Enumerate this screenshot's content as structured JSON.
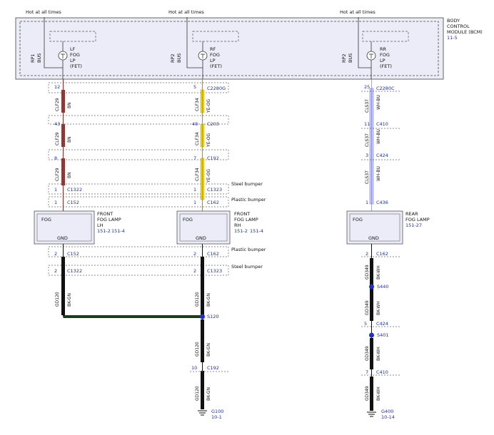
{
  "module": {
    "name_lines": [
      "BODY",
      "CONTROL",
      "MODULE (BCM)"
    ],
    "ref": "11-5",
    "power_label": "Hot at all times",
    "outputs": [
      {
        "pin_a": "RP1",
        "pin_b": "BUS",
        "lines": [
          "LF",
          "FOG",
          "LP",
          "(FET)"
        ]
      },
      {
        "pin_a": "RP2",
        "pin_b": "BUS",
        "lines": [
          "RF",
          "FOG",
          "LP",
          "(FET)"
        ]
      },
      {
        "pin_a": "RP2",
        "pin_b": "BUS",
        "lines": [
          "RR",
          "FOG",
          "LP",
          "(FET)"
        ]
      }
    ]
  },
  "left": {
    "pins": [
      "12",
      "43",
      "8",
      "1",
      "1"
    ],
    "wire_code": "CLF29",
    "wire_color": "BN",
    "connectors": [
      "C1322",
      "C152"
    ],
    "lamp": {
      "fog": "FOG",
      "gnd": "GND",
      "name": [
        "FRONT",
        "FOG LAMP",
        "LH"
      ],
      "refs": [
        "151-2",
        "151-4"
      ]
    },
    "ground_pins": [
      "2",
      "2"
    ],
    "ground_connectors": [
      "C152",
      "C1322"
    ],
    "ground_wire": "GD120",
    "ground_color": "BK-GN"
  },
  "center": {
    "pins": [
      "5",
      "48",
      "7",
      "1",
      "1"
    ],
    "connectors": [
      "C2280G",
      "C203",
      "C192",
      "C1323",
      "C162"
    ],
    "wire_code": "CLF34",
    "wire_color": "YE-OG",
    "lamp": {
      "fog": "FOG",
      "gnd": "GND",
      "name": [
        "FRONT",
        "FOG LAMP",
        "RH"
      ],
      "refs": [
        "151-2",
        "151-4"
      ]
    },
    "ground_pins": [
      "2",
      "2",
      "10"
    ],
    "ground_connectors": [
      "C162",
      "C1323",
      "C192"
    ],
    "splice": "S120",
    "ground_wire": "GD120",
    "ground_color": "BK-GN",
    "ground": "G100",
    "ground_ref": "10-1"
  },
  "right": {
    "pins": [
      "25",
      "11",
      "3",
      "1"
    ],
    "connectors": [
      "C2280C",
      "C410",
      "C424",
      "C436"
    ],
    "wire_code": "CLS37",
    "wire_color": "WH-BU",
    "lamp": {
      "fog": "FOG",
      "gnd": "GND",
      "name": [
        "REAR",
        "FOG LAMP"
      ],
      "refs": [
        "151-27"
      ]
    },
    "ground_pins": [
      "2",
      "5",
      "7"
    ],
    "ground_connectors": [
      "C162",
      "C424",
      "C410"
    ],
    "splices": [
      "S440",
      "S401"
    ],
    "ground_wire": "GD349",
    "ground_color": "BK-WH",
    "ground": "G400",
    "ground_ref": "10-14"
  },
  "bumper_labels": {
    "steel": "Steel bumper",
    "plastic": "Plastic bumper"
  },
  "colors": {
    "brown": "#8b3a3a",
    "yellow": "#f2d600",
    "white_blue": "#c9ccf2",
    "black": "#111111",
    "green_dark": "#1c3b1c",
    "splice": "#1f2fcc",
    "text_blue": "#1f2fae",
    "box_fill": "#ececf8"
  }
}
